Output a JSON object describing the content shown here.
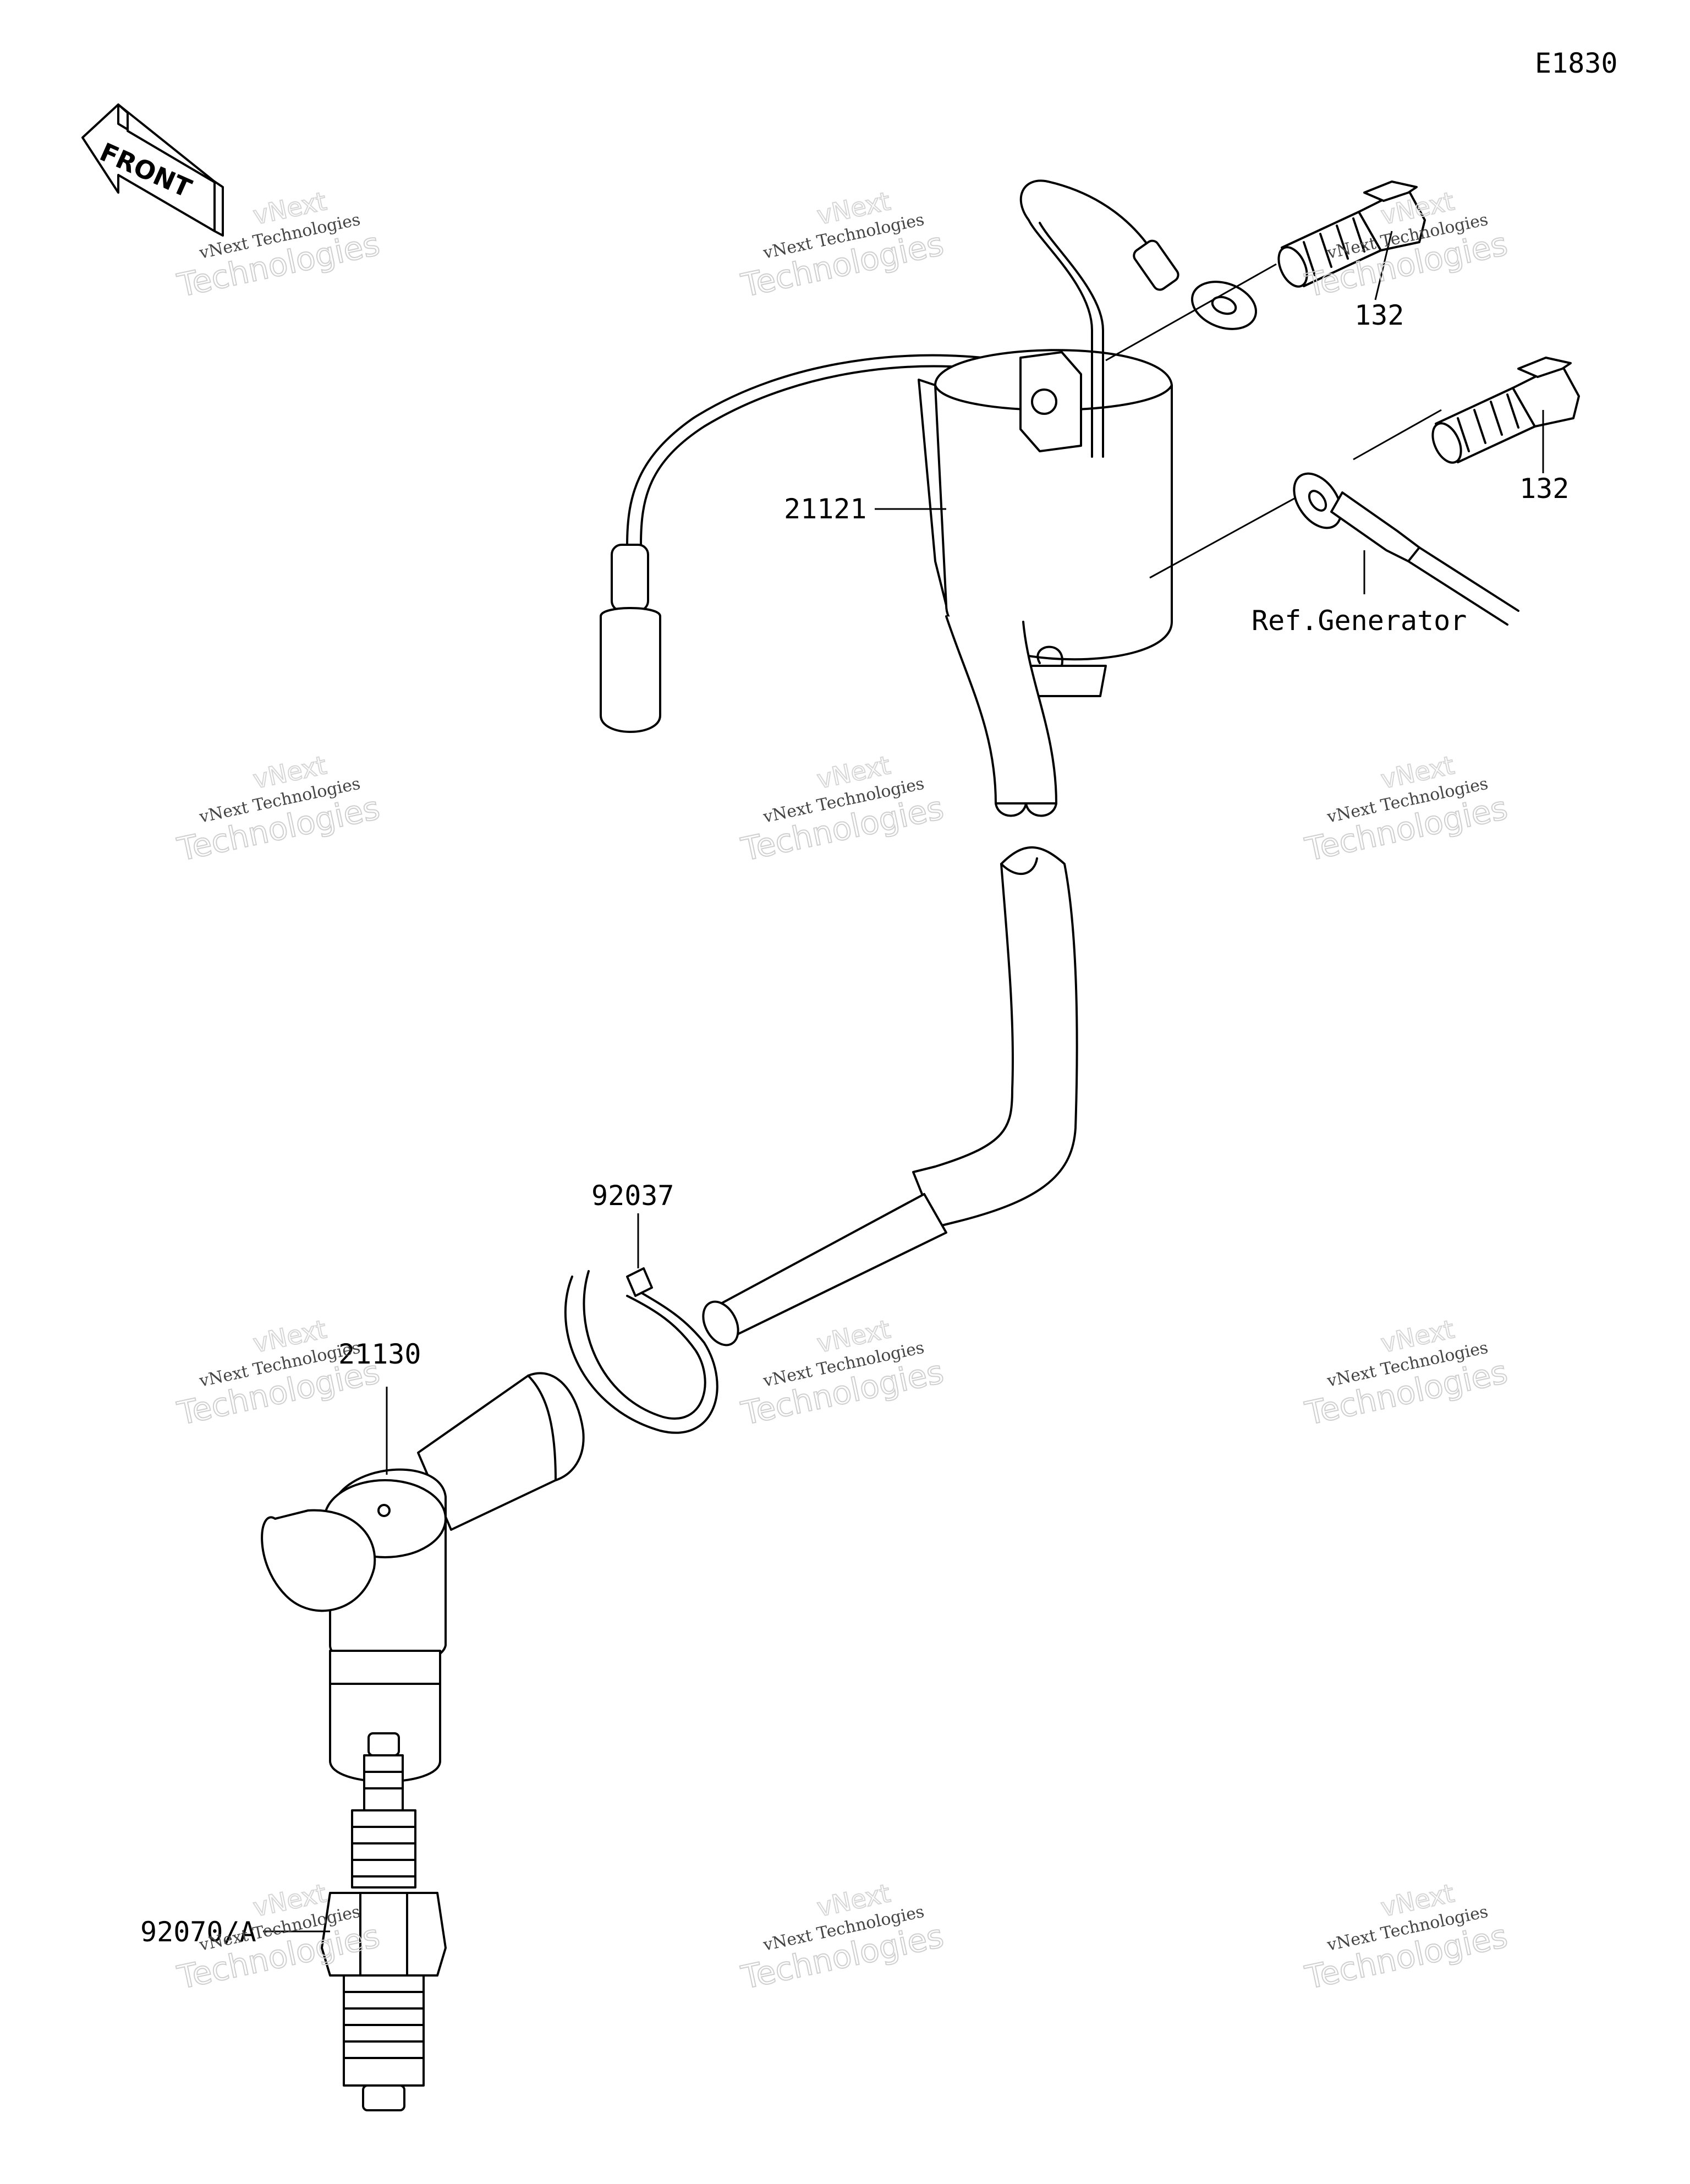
{
  "diagram": {
    "id": "E1830",
    "front_label": "FRONT",
    "parts": [
      {
        "key": "coil",
        "number": "21121"
      },
      {
        "key": "bolt_upper",
        "number": "132"
      },
      {
        "key": "bolt_lower",
        "number": "132"
      },
      {
        "key": "clamp",
        "number": "92037"
      },
      {
        "key": "plug_cap",
        "number": "21130"
      },
      {
        "key": "spark_plug",
        "number": "92070/A"
      }
    ],
    "ref_label": "Ref.Generator"
  },
  "watermark": {
    "line1": "vNext Technologies",
    "line2": "Technologies",
    "overlay": "vNext"
  }
}
